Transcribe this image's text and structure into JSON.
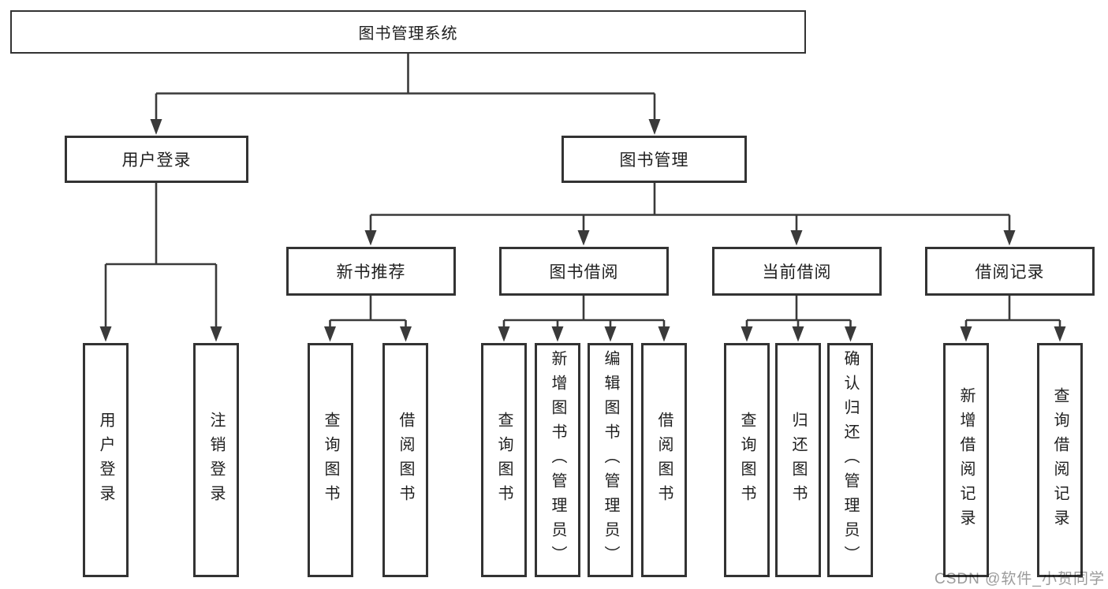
{
  "diagram": {
    "root_label": "图书管理系统",
    "line_color": "#3a3a3a",
    "level2": [
      {
        "label": "用户登录"
      },
      {
        "label": "图书管理"
      }
    ],
    "level3": [
      {
        "label": "新书推荐",
        "parent": "图书管理"
      },
      {
        "label": "图书借阅",
        "parent": "图书管理"
      },
      {
        "label": "当前借阅",
        "parent": "图书管理"
      },
      {
        "label": "借阅记录",
        "parent": "图书管理"
      }
    ],
    "leaves": [
      {
        "label": "用户登录",
        "parent": "用户登录"
      },
      {
        "label": "注销登录",
        "parent": "用户登录"
      },
      {
        "label": "查询图书",
        "parent": "新书推荐"
      },
      {
        "label": "借阅图书",
        "parent": "新书推荐"
      },
      {
        "label": "查询图书",
        "parent": "图书借阅"
      },
      {
        "label": "新增图书（管理员）",
        "parent": "图书借阅"
      },
      {
        "label": "编辑图书（管理员）",
        "parent": "图书借阅"
      },
      {
        "label": "借阅图书",
        "parent": "图书借阅"
      },
      {
        "label": "查询图书",
        "parent": "当前借阅"
      },
      {
        "label": "归还图书",
        "parent": "当前借阅"
      },
      {
        "label": "确认归还（管理员）",
        "parent": "当前借阅"
      },
      {
        "label": "新增借阅记录",
        "parent": "借阅记录"
      },
      {
        "label": "查询借阅记录",
        "parent": "借阅记录"
      }
    ]
  },
  "watermark": {
    "text": "CSDN @软件_小贺同学",
    "color": "#9b9b9b"
  }
}
